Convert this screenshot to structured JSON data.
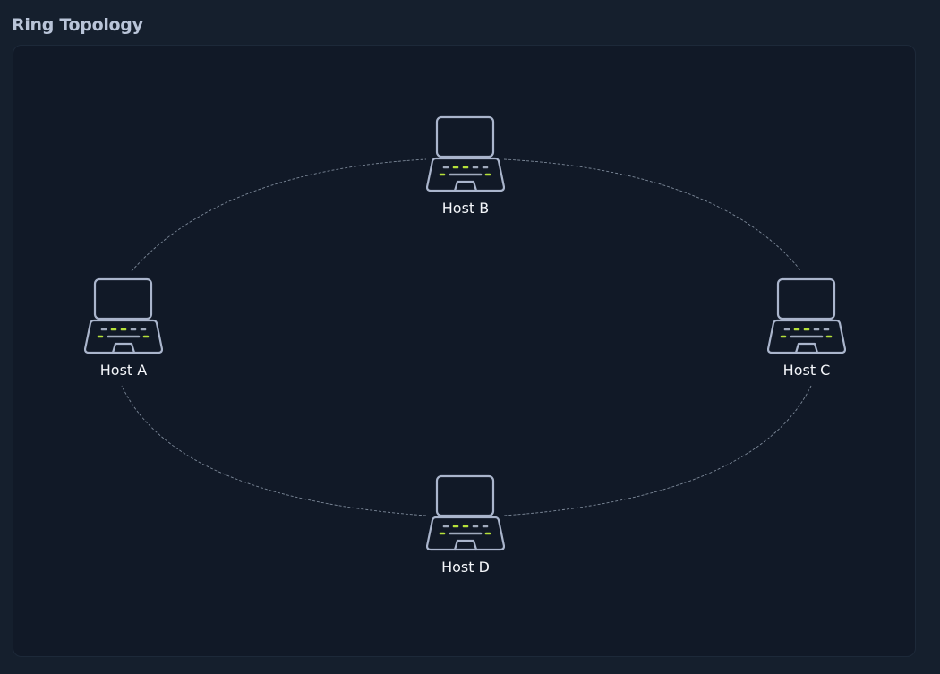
{
  "title": "Ring Topology",
  "topology": {
    "type": "ring",
    "hosts": [
      {
        "id": "a",
        "label": "Host A",
        "icon": "laptop-icon"
      },
      {
        "id": "b",
        "label": "Host B",
        "icon": "laptop-icon"
      },
      {
        "id": "c",
        "label": "Host C",
        "icon": "laptop-icon"
      },
      {
        "id": "d",
        "label": "Host D",
        "icon": "laptop-icon"
      }
    ],
    "links": [
      {
        "from": "Host A",
        "to": "Host B"
      },
      {
        "from": "Host B",
        "to": "Host C"
      },
      {
        "from": "Host C",
        "to": "Host D"
      },
      {
        "from": "Host D",
        "to": "Host A"
      }
    ]
  },
  "colors": {
    "background": "#151f2d",
    "canvas": "#111927",
    "title": "#b9c4d8",
    "device_outline": "#aab5cc",
    "indicator_green": "#b5e03a",
    "link": "#8f9cad",
    "label": "#f4f6fa"
  }
}
